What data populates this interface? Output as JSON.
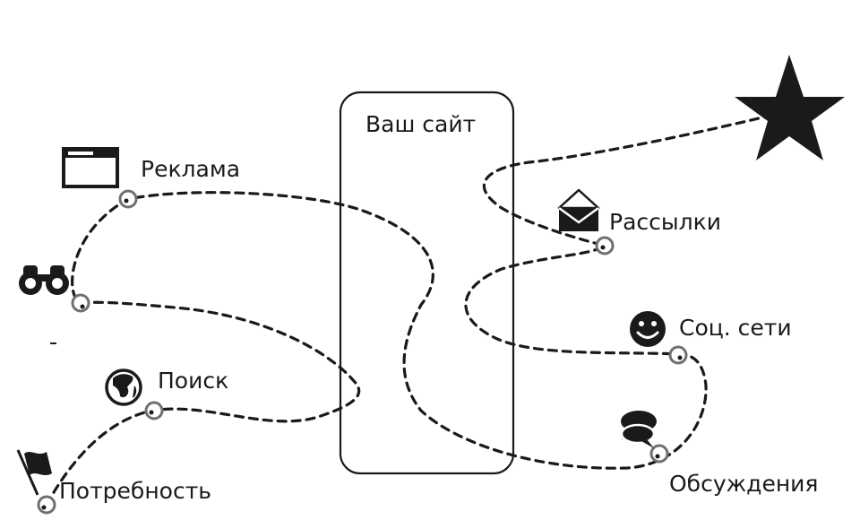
{
  "site": {
    "label": "Ваш сайт"
  },
  "stages": [
    {
      "id": "need",
      "label": "Потребность",
      "icon": "flag-icon"
    },
    {
      "id": "search",
      "label": "Поиск",
      "icon": "globe-icon"
    },
    {
      "id": "explore",
      "label": "",
      "icon": "binoculars-icon"
    },
    {
      "id": "ads",
      "label": "Реклама",
      "icon": "browser-window-icon"
    },
    {
      "id": "newsletters",
      "label": "Рассылки",
      "icon": "envelope-icon"
    },
    {
      "id": "social",
      "label": "Соц. сети",
      "icon": "smiley-icon"
    },
    {
      "id": "discussions",
      "label": "Обсуждения",
      "icon": "chat-bubbles-icon"
    }
  ],
  "goal": {
    "icon": "star-icon"
  },
  "colors": {
    "ink": "#1a1a1a",
    "node_ring": "#707070",
    "background": "#ffffff"
  }
}
